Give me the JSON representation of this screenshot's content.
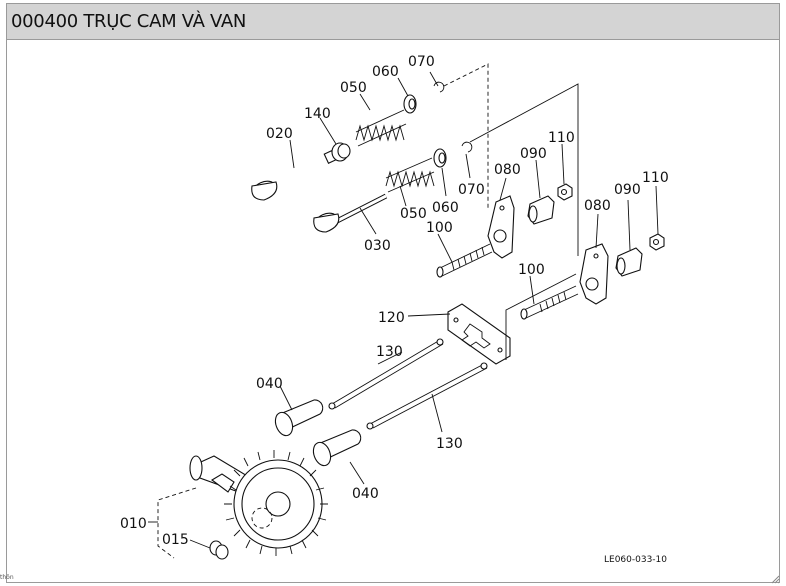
{
  "header": {
    "title": "000400 TRỤC CAM VÀ VAN"
  },
  "diagram": {
    "code": "LE060-033-10",
    "labels": {
      "p070a": "070",
      "p060a": "060",
      "p050a": "050",
      "p140": "140",
      "p020": "020",
      "p070b": "070",
      "p050b": "050",
      "p060b": "060",
      "p030": "030",
      "p080a": "080",
      "p090a": "090",
      "p110a": "110",
      "p080b": "080",
      "p090b": "090",
      "p110b": "110",
      "p100a": "100",
      "p100b": "100",
      "p120": "120",
      "p130a": "130",
      "p130b": "130",
      "p040a": "040",
      "p040b": "040",
      "p010": "010",
      "p015": "015"
    }
  },
  "footer": {
    "note": "thôn"
  },
  "icons": [
    "resize-grip-icon"
  ]
}
